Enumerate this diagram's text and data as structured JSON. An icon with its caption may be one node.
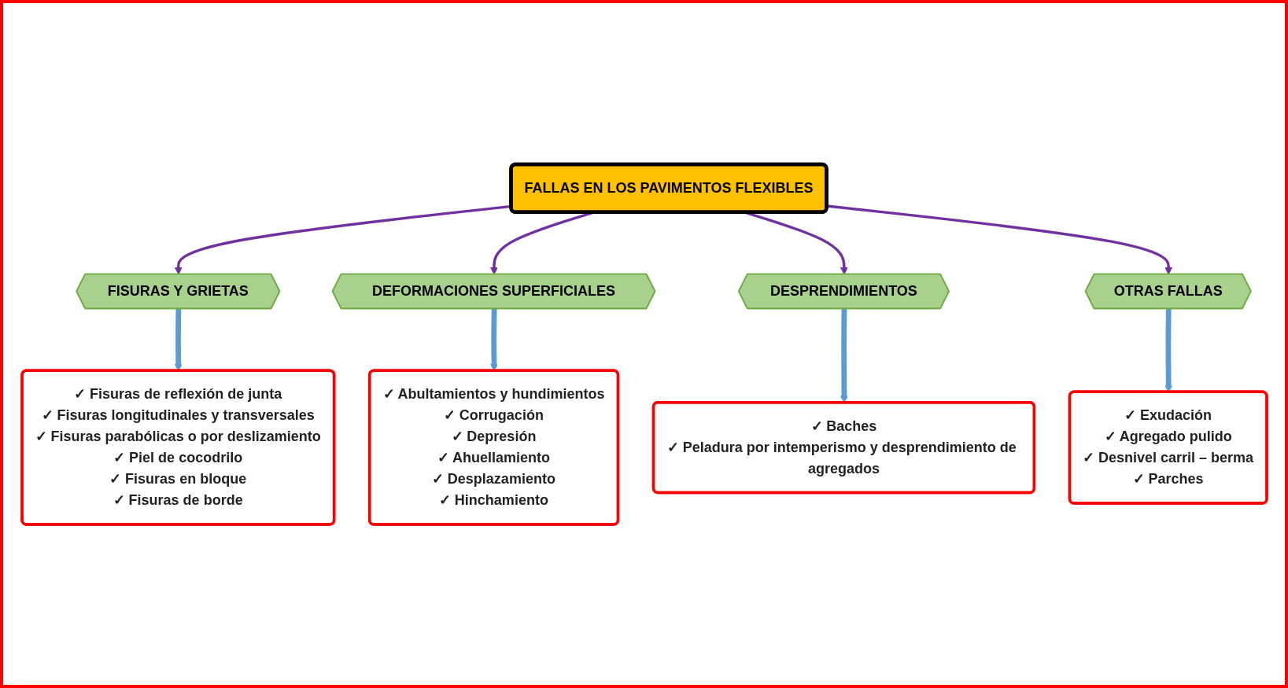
{
  "diagram": {
    "nodes": [
      {
        "text": [
          "FALLAS EN LOS PAVIMENTOS FLEXIBLES"
        ]
      },
      {
        "text": [
          "FISURAS Y GRIETAS"
        ]
      },
      {
        "text": [
          "DEFORMACIONES SUPERFICIALES"
        ]
      },
      {
        "text": [
          "DESPRENDIMIENTOS"
        ]
      },
      {
        "text": [
          "OTRAS FALLAS"
        ]
      },
      {
        "text": [
          "✓ Fisuras de reflexión de junta",
          "✓ Fisuras longitudinales y transversales",
          "✓ Fisuras parabólicas o por deslizamiento",
          "✓ Piel de cocodrilo",
          "✓ Fisuras en bloque",
          "✓ Fisuras de borde"
        ]
      },
      {
        "text": [
          "✓ Abultamientos y hundimientos",
          "✓ Corrugación",
          "✓ Depresión",
          "✓ Ahuellamiento",
          "✓ Desplazamiento",
          "✓ Hinchamiento"
        ]
      },
      {
        "text": [
          "✓ Baches",
          "✓ Peladura por intemperismo y desprendimiento de agregados"
        ]
      },
      {
        "text": [
          "✓ Exudación",
          "✓ Agregado pulido",
          "✓ Desnivel carril – berma",
          "✓ Parches"
        ]
      }
    ],
    "edges": [
      {
        "from": 0,
        "to": 1,
        "arrow": "to",
        "color": "#7030a0"
      },
      {
        "from": 0,
        "to": 2,
        "arrow": "to",
        "color": "#7030a0"
      },
      {
        "from": 0,
        "to": 3,
        "arrow": "to",
        "color": "#7030a0"
      },
      {
        "from": 0,
        "to": 4,
        "arrow": "to",
        "color": "#7030a0"
      },
      {
        "from": 1,
        "to": 5,
        "arrow": "to",
        "style": "thick",
        "color": "#5b9bd5"
      },
      {
        "from": 2,
        "to": 6,
        "arrow": "to",
        "style": "thick",
        "color": "#5b9bd5"
      },
      {
        "from": 3,
        "to": 7,
        "arrow": "to",
        "style": "thick",
        "color": "#5b9bd5"
      },
      {
        "from": 4,
        "to": 8,
        "arrow": "to",
        "style": "thick",
        "color": "#5b9bd5"
      }
    ]
  }
}
